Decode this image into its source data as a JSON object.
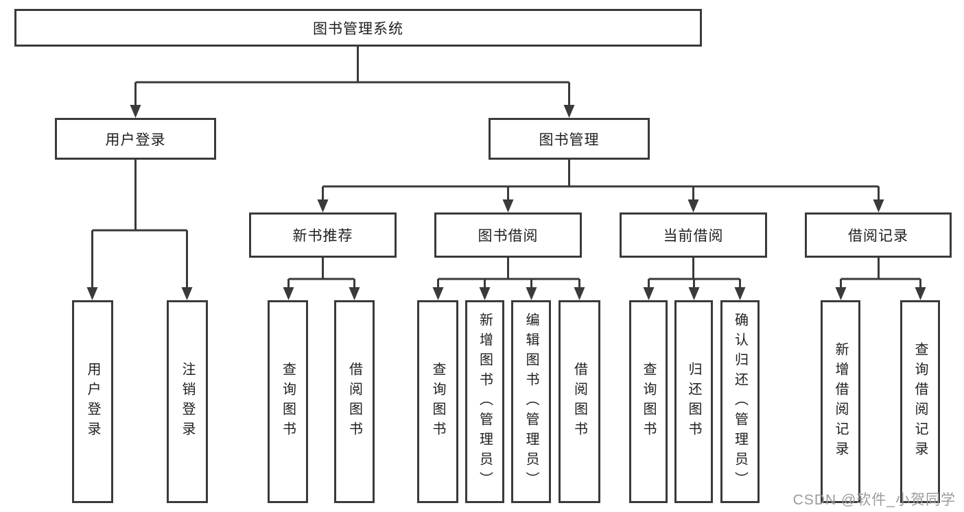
{
  "tree": {
    "root": {
      "label": "图书管理系统",
      "children": [
        {
          "label": "用户登录",
          "children": [
            {
              "label": "用户登录"
            },
            {
              "label": "注销登录"
            }
          ]
        },
        {
          "label": "图书管理",
          "children": [
            {
              "label": "新书推荐",
              "children": [
                {
                  "label": "查询图书"
                },
                {
                  "label": "借阅图书"
                }
              ]
            },
            {
              "label": "图书借阅",
              "children": [
                {
                  "label": "查询图书"
                },
                {
                  "label": "新增图书（管理员）"
                },
                {
                  "label": "编辑图书（管理员）"
                },
                {
                  "label": "借阅图书"
                }
              ]
            },
            {
              "label": "当前借阅",
              "children": [
                {
                  "label": "查询图书"
                },
                {
                  "label": "归还图书"
                },
                {
                  "label": "确认归还（管理员）"
                }
              ]
            },
            {
              "label": "借阅记录",
              "children": [
                {
                  "label": "新增借阅记录"
                },
                {
                  "label": "查询借阅记录"
                }
              ]
            }
          ]
        }
      ]
    }
  },
  "watermark": {
    "text": "CSDN @软件_小贺同学"
  },
  "colors": {
    "line": "#3a3a3a",
    "box_border": "#3a3a3a",
    "text": "#1f1f1f",
    "watermark": "#9b9b9b",
    "background": "#ffffff"
  }
}
